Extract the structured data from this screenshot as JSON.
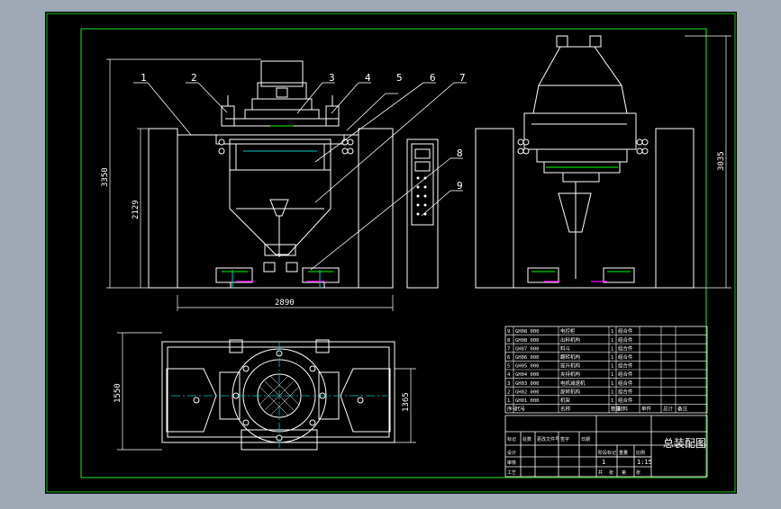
{
  "colors": {
    "frame_bg": "#a2adb8",
    "canvas": "#000000",
    "border": "#20c020",
    "line": "#ffffff",
    "cyan": "#00c8c8",
    "green": "#00d000",
    "yellow": "#e8e800",
    "magenta": "#ff00ff"
  },
  "drawing": {
    "balloons": [
      "1",
      "2",
      "3",
      "4",
      "5",
      "6",
      "7",
      "8",
      "9"
    ],
    "dims": {
      "overall_height": "3350",
      "body_height": "2129",
      "overall_width": "2890",
      "side_height": "3035",
      "plan_depth": "1550",
      "plan_right": "1365"
    },
    "side_note": "   "
  },
  "bom": {
    "rows": [
      {
        "no": "9",
        "code": "GH08 000",
        "name": "电控柜",
        "qty": "1",
        "note": "组合件"
      },
      {
        "no": "8",
        "code": "GH08 000",
        "name": "出料机构",
        "qty": "1",
        "note": "组合件"
      },
      {
        "no": "7",
        "code": "GH07 000",
        "name": "料斗",
        "qty": "1",
        "note": "组合件"
      },
      {
        "no": "6",
        "code": "GH06 000",
        "name": "翻转机构",
        "qty": "1",
        "note": "组合件"
      },
      {
        "no": "5",
        "code": "GH05 000",
        "name": "提升机构",
        "qty": "1",
        "note": "组合件"
      },
      {
        "no": "4",
        "code": "GH04 000",
        "name": "夹持机构",
        "qty": "1",
        "note": "组合件"
      },
      {
        "no": "3",
        "code": "GH03 000",
        "name": "电机减速机",
        "qty": "1",
        "note": "组合件"
      },
      {
        "no": "2",
        "code": "GH02 000",
        "name": "旋转机构",
        "qty": "1",
        "note": "组合件"
      },
      {
        "no": "1",
        "code": "GH01 000",
        "name": "机架",
        "qty": "1",
        "note": "组合件"
      }
    ],
    "header": [
      "序号",
      "代号",
      "名称",
      "数量",
      "材料",
      "单件",
      "总计",
      "备注"
    ]
  },
  "title_block": {
    "title": "总装配图",
    "scale": "1:15",
    "sheet": "1",
    "labels": [
      "标记",
      "处数",
      "更改文件号",
      "签字",
      "日期",
      "设计",
      "审核",
      "工艺",
      "阶段标记",
      "重量",
      "比例",
      "共",
      "张",
      "第",
      "张"
    ]
  }
}
